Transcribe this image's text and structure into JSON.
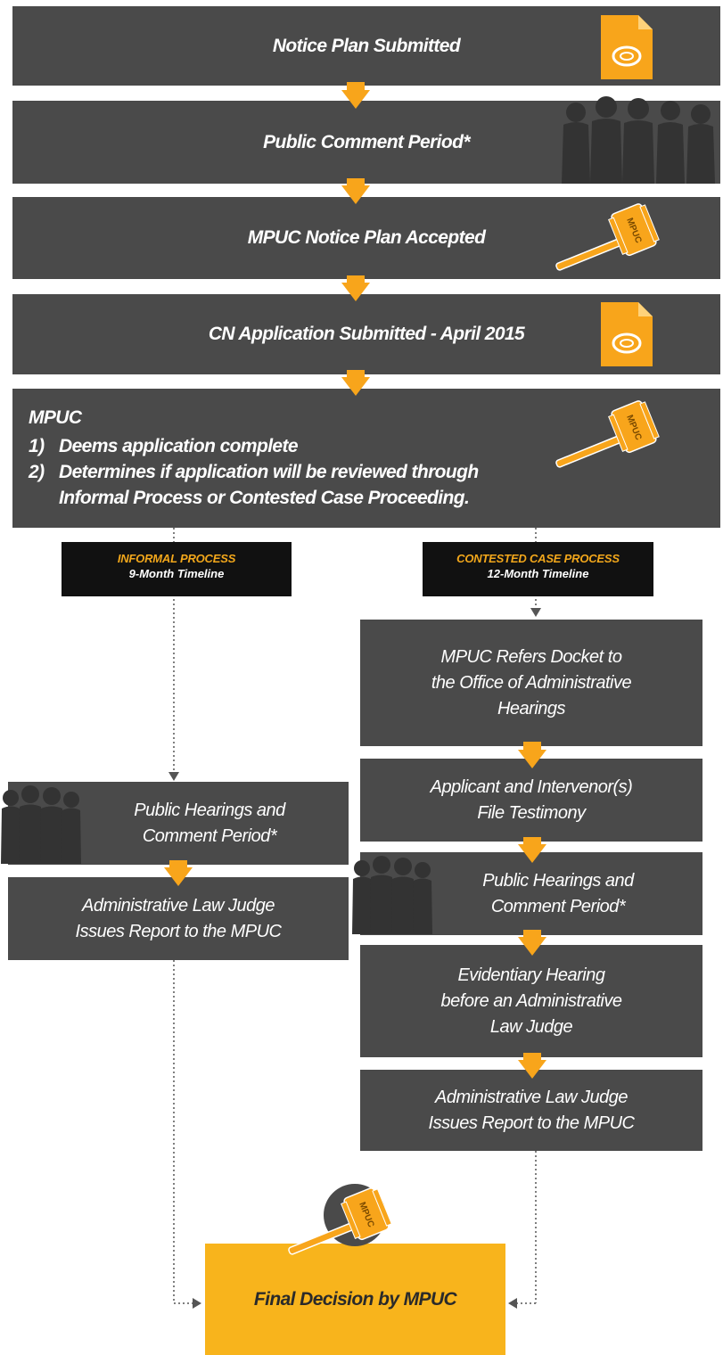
{
  "steps": {
    "s1": "Notice Plan Submitted",
    "s2": "Public Comment Period*",
    "s3": "MPUC Notice Plan Accepted",
    "s4": "CN Application Submitted - April 2015"
  },
  "mpuc": {
    "heading": "MPUC",
    "items": [
      {
        "num": "1)",
        "text": "Deems application complete"
      },
      {
        "num": "2)",
        "text": "Determines if application will be reviewed through\nInformal Process or Contested Case Proceeding."
      }
    ]
  },
  "informal": {
    "title": "INFORMAL PROCESS",
    "timeline": "9-Month Timeline",
    "boxes": [
      "Public Hearings and\nComment Period*",
      "Administrative Law Judge\nIssues Report to the MPUC"
    ]
  },
  "contested": {
    "title": "CONTESTED CASE PROCESS",
    "timeline": "12-Month Timeline",
    "boxes": [
      "MPUC Refers Docket to\nthe Office of Administrative\nHearings",
      "Applicant and Intervenor(s)\nFile Testimony",
      "Public Hearings and\nComment Period*",
      "Evidentiary Hearing\nbefore an Administrative\nLaw Judge",
      "Administrative Law Judge\nIssues Report to the MPUC"
    ]
  },
  "final": "Final Decision by MPUC",
  "icons": {
    "document": "document-icon",
    "people": "people-icon",
    "gavel": "gavel-icon",
    "gavel_text": "MPUC"
  },
  "colors": {
    "box": "#4a4a4a",
    "accent": "#f8b41c",
    "label_bg": "#111111",
    "label_title": "#f2a71b"
  }
}
